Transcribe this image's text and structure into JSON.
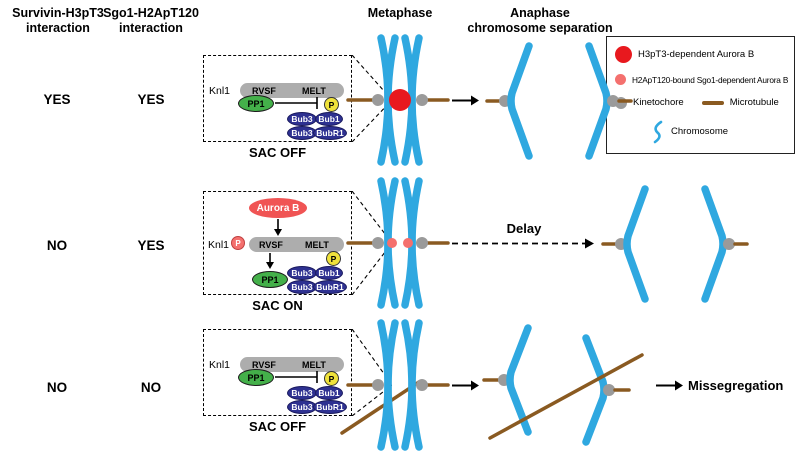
{
  "colors": {
    "chromosome_blue": "#2FA8E0",
    "microtubule_brown": "#8A5A21",
    "kinetochore_gray": "#9A9A9A",
    "aurora_red": "#E8191E",
    "aurora_ellipse_red": "#F05454",
    "sgo1_pink": "#F4706E",
    "pp1_green": "#44B04A",
    "bub_navy": "#2E3191",
    "phospho_yellow": "#EFE23B",
    "knl1_bar_gray": "#ADADAD"
  },
  "headers": {
    "col1_line1": "Survivin-H3pT3",
    "col1_line2": "interaction",
    "col2_line1": "Sgo1-H2ApT120",
    "col2_line2": "interaction",
    "metaphase": "Metaphase",
    "anaphase_line1": "Anaphase",
    "anaphase_line2": "chromosome separation"
  },
  "legend": {
    "items": [
      {
        "label": "H3pT3-dependent Aurora B"
      },
      {
        "label": "H2ApT120-bound Sgo1-dependent Aurora B"
      },
      {
        "label": "Kinetochore"
      },
      {
        "label": "Microtubule"
      },
      {
        "label": "Chromosome"
      }
    ]
  },
  "rows": [
    {
      "survivin": "YES",
      "sgo1": "YES",
      "sac_label": "SAC OFF",
      "knl1_label": "Knl1",
      "rvsf_label": "RVSF",
      "melt_label": "MELT",
      "pp1_label": "PP1",
      "phospho_label": "P",
      "bub3_label": "Bub3",
      "bub1_label": "Bub1",
      "bub3b_label": "Bub3",
      "bubr1_label": "BubR1"
    },
    {
      "survivin": "NO",
      "sgo1": "YES",
      "sac_label": "SAC ON",
      "aurora_label": "Aurora B",
      "knl1_p_label": "P",
      "knl1_label": "Knl1",
      "rvsf_label": "RVSF",
      "melt_label": "MELT",
      "pp1_label": "PP1",
      "phospho_label": "P",
      "bub3_label": "Bub3",
      "bub1_label": "Bub1",
      "bub3b_label": "Bub3",
      "bubr1_label": "BubR1",
      "delay_label": "Delay"
    },
    {
      "survivin": "NO",
      "sgo1": "NO",
      "sac_label": "SAC OFF",
      "knl1_label": "Knl1",
      "rvsf_label": "RVSF",
      "melt_label": "MELT",
      "pp1_label": "PP1",
      "phospho_label": "P",
      "bub3_label": "Bub3",
      "bub1_label": "Bub1",
      "bub3b_label": "Bub3",
      "bubr1_label": "BubR1",
      "missegregation_label": "Missegregation"
    }
  ]
}
